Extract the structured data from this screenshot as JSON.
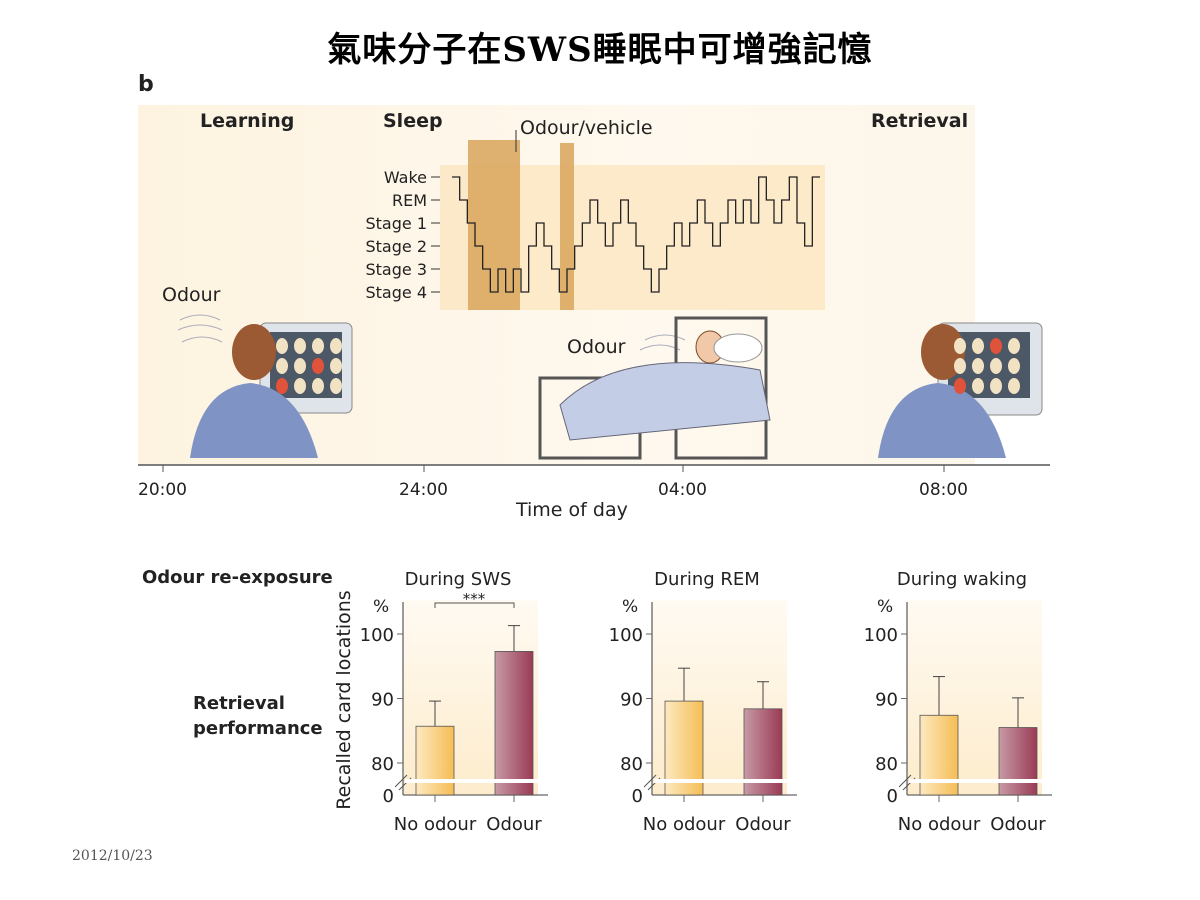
{
  "slide": {
    "title": "氣味分子在SWS睡眠中可增強記憶",
    "panel_label": "b",
    "footer_date": "2012/10/23"
  },
  "timeline": {
    "phases": [
      "Learning",
      "Sleep",
      "Retrieval"
    ],
    "odour_vehicle_label": "Odour/vehicle",
    "odour_labels": [
      "Odour",
      "Odour"
    ],
    "ticks": [
      "20:00",
      "24:00",
      "04:00",
      "08:00"
    ],
    "xlabel": "Time of day"
  },
  "hypnogram": {
    "stages": [
      "Wake",
      "REM",
      "Stage 1",
      "Stage 2",
      "Stage 3",
      "Stage 4"
    ],
    "sequence": [
      0,
      1,
      2,
      3,
      4,
      5,
      4,
      5,
      4,
      5,
      3,
      2,
      3,
      4,
      5,
      4,
      3,
      2,
      1,
      2,
      3,
      2,
      1,
      2,
      3,
      4,
      5,
      4,
      3,
      2,
      3,
      2,
      1,
      2,
      3,
      2,
      1,
      2,
      1,
      2,
      0,
      1,
      2,
      1,
      0,
      2,
      3,
      0
    ]
  },
  "bottom": {
    "row_label_1": "Odour re-exposure",
    "row_label_2a": "Retrieval",
    "row_label_2b": "performance"
  },
  "chart_data": [
    {
      "type": "bar",
      "title": "During SWS",
      "categories": [
        "No odour",
        "Odour"
      ],
      "values": [
        85.7,
        97.3
      ],
      "error": [
        3.9,
        4.0
      ],
      "ylabel": "Recalled card locations",
      "yunit": "%",
      "yticks": [
        "0",
        "80",
        "90",
        "100"
      ],
      "ylim": [
        75,
        105
      ],
      "axis_break": true,
      "significance": "***",
      "colors": [
        "#f7c768",
        "#a9485f"
      ]
    },
    {
      "type": "bar",
      "title": "During REM",
      "categories": [
        "No odour",
        "Odour"
      ],
      "values": [
        89.6,
        88.4
      ],
      "error": [
        5.1,
        4.2
      ],
      "yunit": "%",
      "yticks": [
        "0",
        "80",
        "90",
        "100"
      ],
      "ylim": [
        75,
        105
      ],
      "axis_break": true,
      "colors": [
        "#f7c768",
        "#a9485f"
      ]
    },
    {
      "type": "bar",
      "title": "During waking",
      "categories": [
        "No odour",
        "Odour"
      ],
      "values": [
        87.4,
        85.5
      ],
      "error": [
        6.0,
        4.6
      ],
      "yunit": "%",
      "yticks": [
        "0",
        "80",
        "90",
        "100"
      ],
      "ylim": [
        75,
        105
      ],
      "axis_break": true,
      "colors": [
        "#f7c768",
        "#a9485f"
      ]
    }
  ]
}
